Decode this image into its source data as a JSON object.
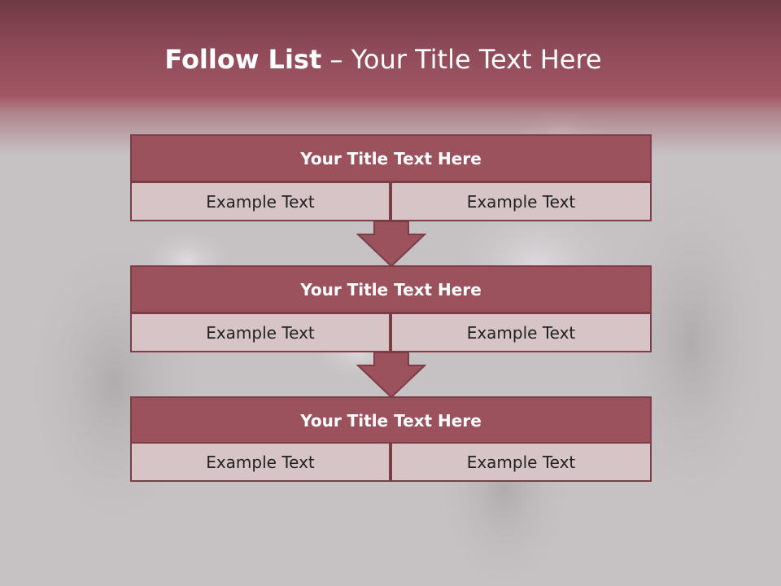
{
  "slide": {
    "title_bold": "Follow List",
    "title_rest": " – Your Title Text Here"
  },
  "steps": [
    {
      "title": "Your Title Text Here",
      "left": "Example Text",
      "right": "Example Text"
    },
    {
      "title": "Your Title Text Here",
      "left": "Example Text",
      "right": "Example Text"
    },
    {
      "title": "Your Title Text Here",
      "left": "Example Text",
      "right": "Example Text"
    }
  ],
  "colors": {
    "header_band": "#9c525d",
    "block_header": "#9c525d",
    "block_border": "#7c3d47",
    "cell_fill": "#d7c4c6",
    "arrow_fill": "#9c525d"
  }
}
